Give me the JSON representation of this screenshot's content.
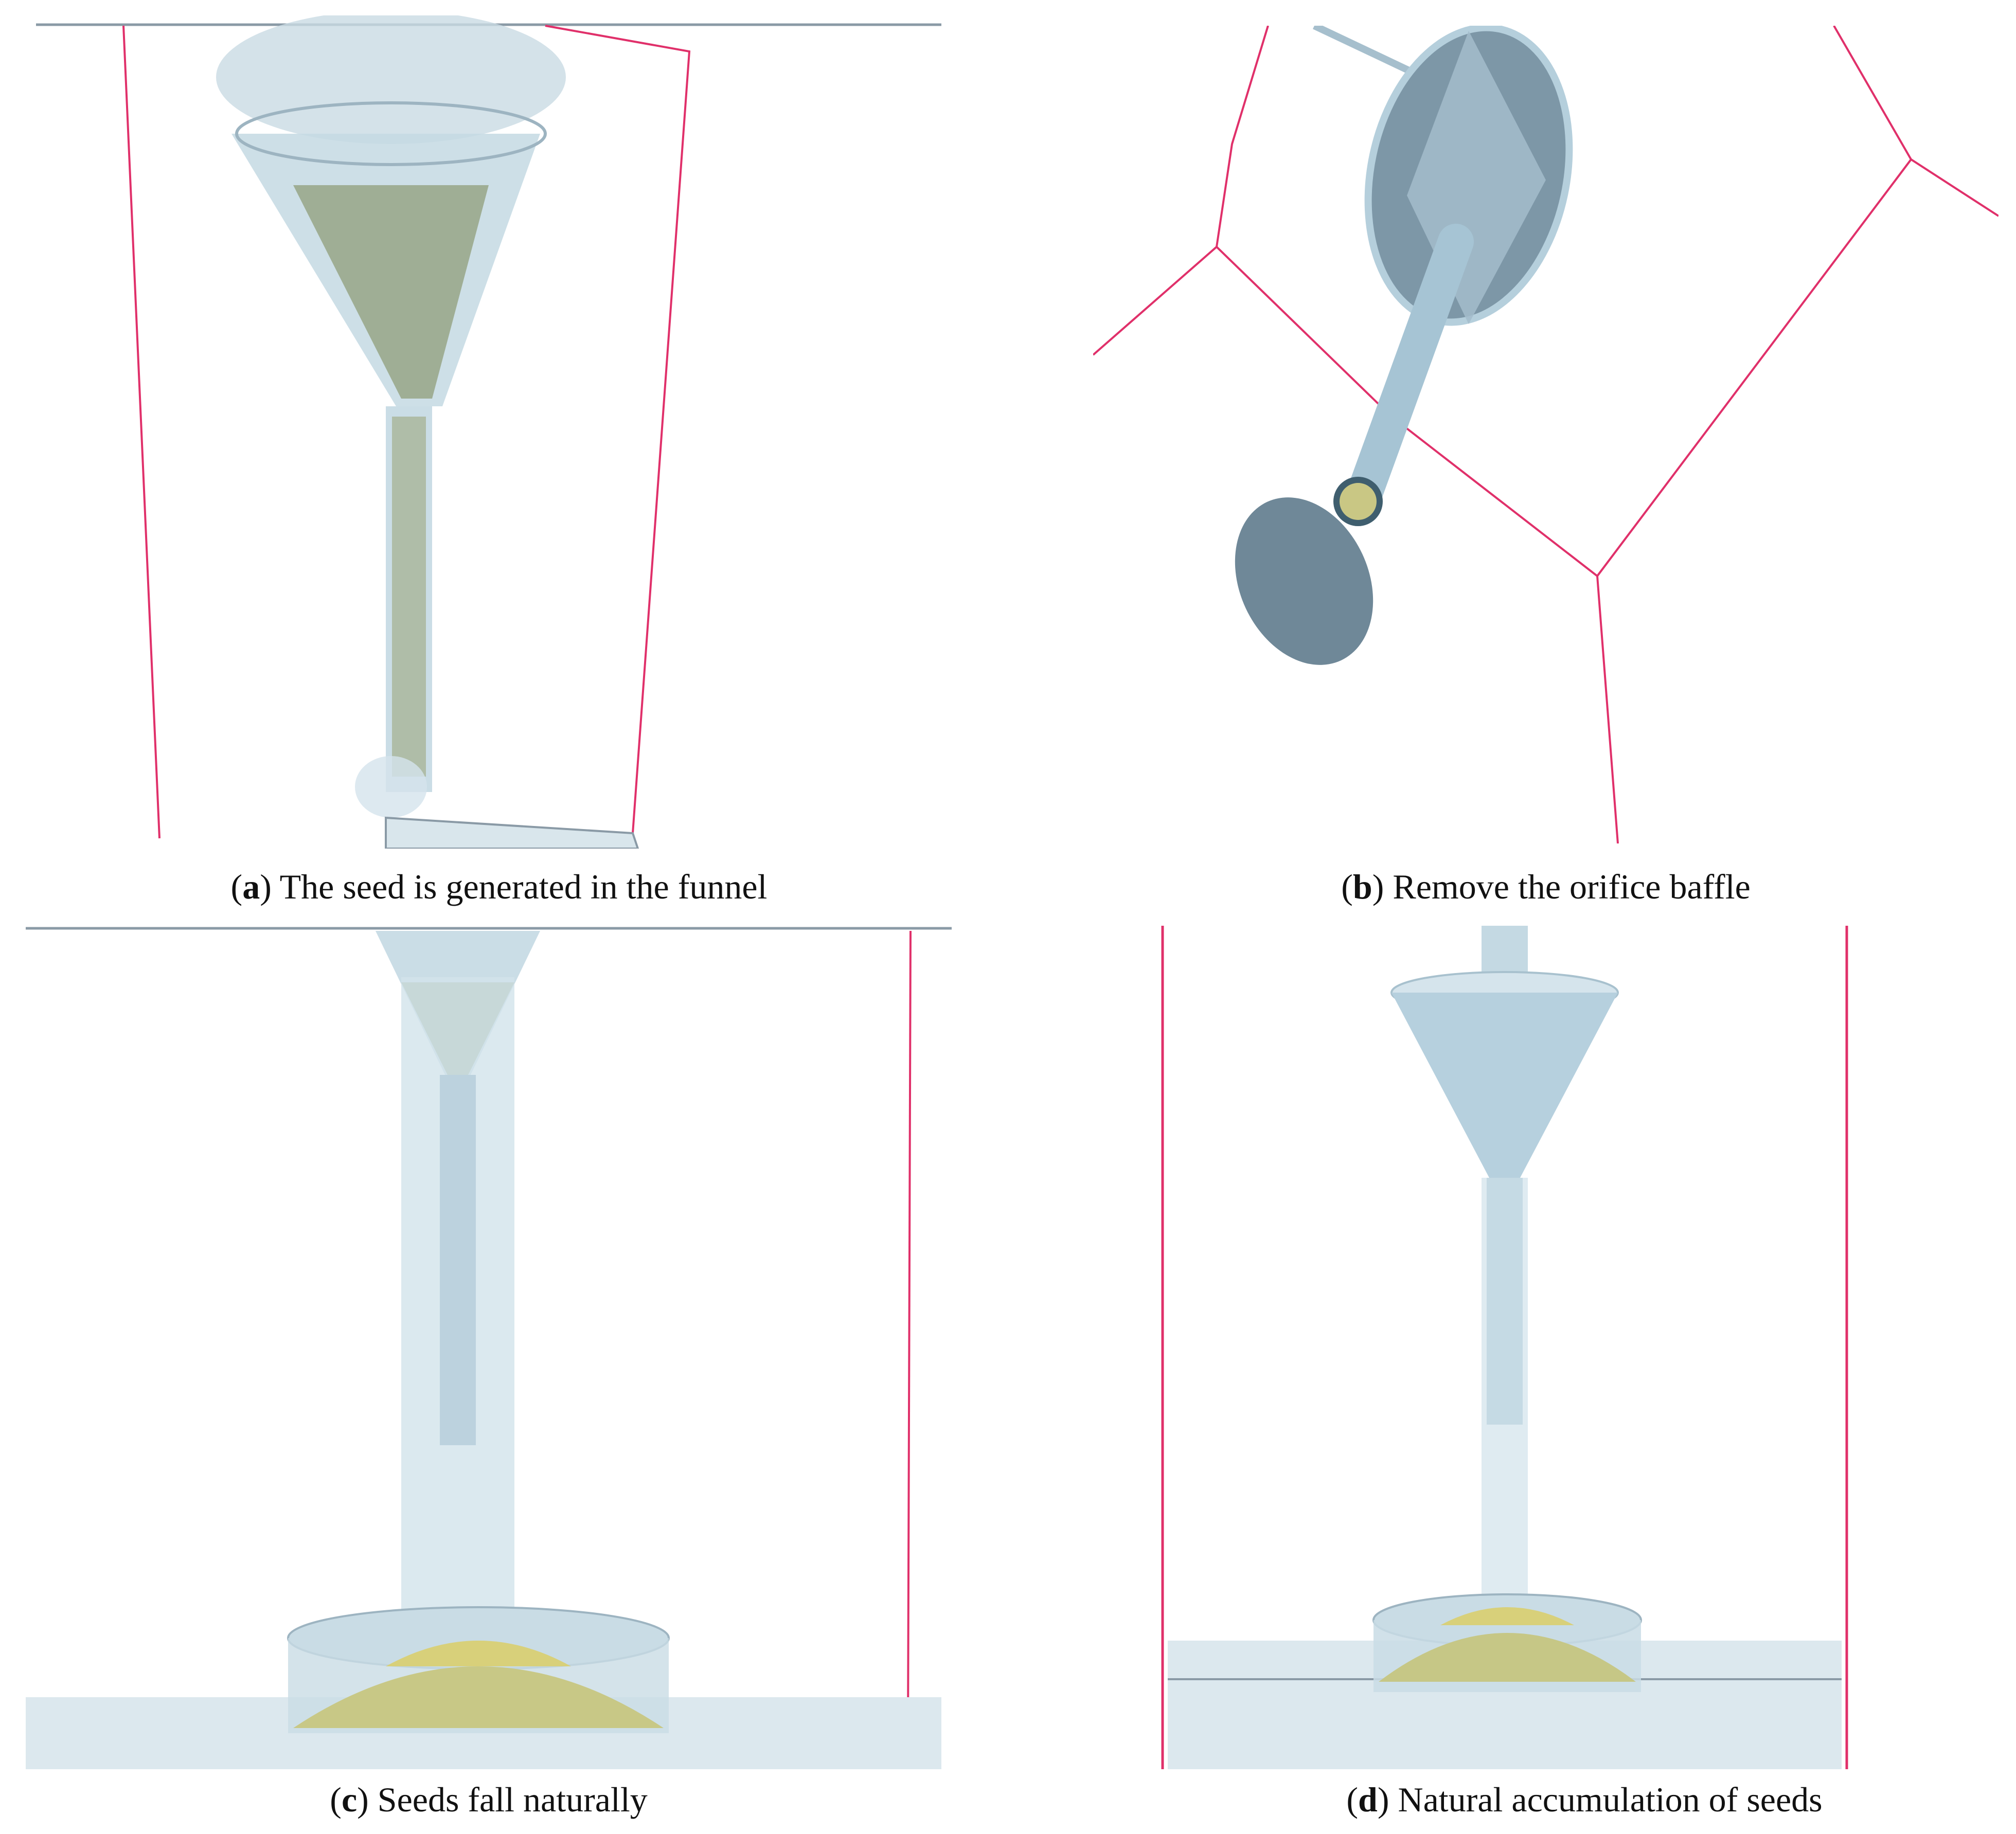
{
  "figure": {
    "panels": [
      {
        "letter": "a",
        "text": ") The seed is generated in the funnel"
      },
      {
        "letter": "b",
        "text": ") Remove the orifice baffle"
      },
      {
        "letter": "c",
        "text": ") Seeds fall naturally"
      },
      {
        "letter": "d",
        "text": ") Natural accumulation of seeds"
      }
    ]
  },
  "colors": {
    "domain_boundary": "#e0306a",
    "funnel_glass": "#bcd6e3",
    "funnel_dark": "#6e8a9a",
    "seed_green": "#a9b47a",
    "seed_yellow": "#d8d07a",
    "base_plate": "#dce8ee"
  }
}
